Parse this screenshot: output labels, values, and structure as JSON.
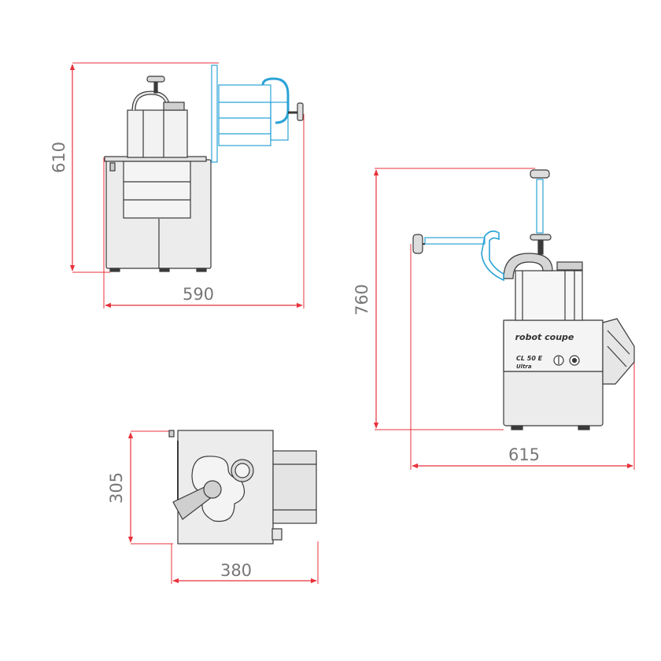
{
  "colors": {
    "dimension_line": "#e8323c",
    "outline": "#3a3a3a",
    "open_position": "#2ba3d6",
    "dimension_text": "#777777",
    "body_fill": "#ececec"
  },
  "views": {
    "front": {
      "height_label": "610",
      "width_label": "590"
    },
    "side": {
      "height_label": "760",
      "width_label": "615"
    },
    "top": {
      "depth_label": "305",
      "width_label": "380"
    }
  },
  "machine": {
    "brand_label": "robot coupe",
    "model_label": "CL 50 E",
    "variant_label": "Ultra"
  }
}
